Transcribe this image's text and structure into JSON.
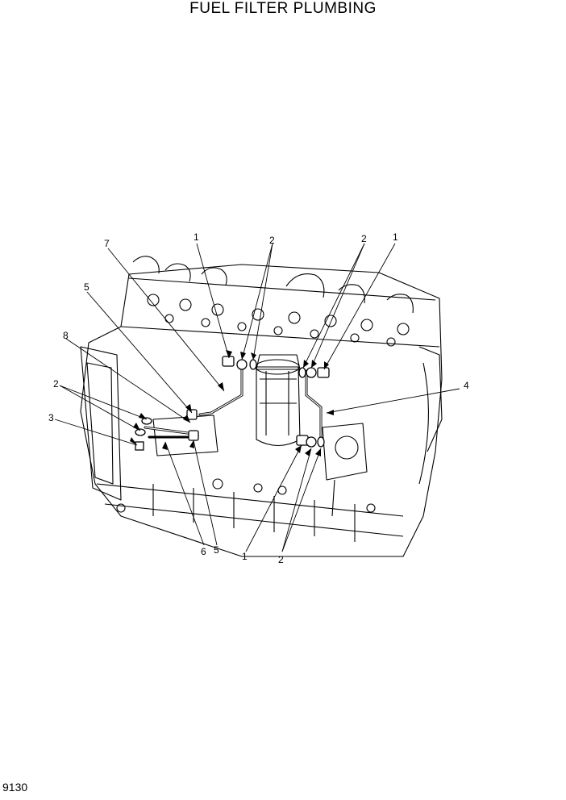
{
  "title": "FUEL FILTER PLUMBING",
  "page_number": "9130",
  "callouts": [
    "1",
    "2",
    "2",
    "1",
    "7",
    "5",
    "8",
    "4",
    "2",
    "3",
    "6",
    "5",
    "1",
    "2"
  ]
}
